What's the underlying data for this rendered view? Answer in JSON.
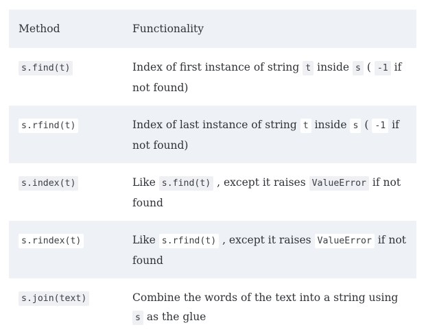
{
  "table": {
    "headers": {
      "method": "Method",
      "functionality": "Functionality"
    },
    "rows": [
      {
        "method": "s.find(t)",
        "desc": [
          {
            "t": "text",
            "v": "Index of first instance of string "
          },
          {
            "t": "code",
            "v": "t"
          },
          {
            "t": "text",
            "v": " inside "
          },
          {
            "t": "code",
            "v": "s"
          },
          {
            "t": "text",
            "v": " ( "
          },
          {
            "t": "code",
            "v": "-1"
          },
          {
            "t": "text",
            "v": " if not found)"
          }
        ]
      },
      {
        "method": "s.rfind(t)",
        "desc": [
          {
            "t": "text",
            "v": "Index of last instance of string "
          },
          {
            "t": "code",
            "v": "t"
          },
          {
            "t": "text",
            "v": " inside "
          },
          {
            "t": "code",
            "v": "s"
          },
          {
            "t": "text",
            "v": " ( "
          },
          {
            "t": "code",
            "v": "-1"
          },
          {
            "t": "text",
            "v": " if not found)"
          }
        ]
      },
      {
        "method": "s.index(t)",
        "desc": [
          {
            "t": "text",
            "v": "Like "
          },
          {
            "t": "code",
            "v": "s.find(t)"
          },
          {
            "t": "text",
            "v": " , except it raises "
          },
          {
            "t": "code",
            "v": "ValueError"
          },
          {
            "t": "text",
            "v": " if not found"
          }
        ]
      },
      {
        "method": "s.rindex(t)",
        "desc": [
          {
            "t": "text",
            "v": "Like "
          },
          {
            "t": "code",
            "v": "s.rfind(t)"
          },
          {
            "t": "text",
            "v": " , except it raises "
          },
          {
            "t": "code",
            "v": "ValueError"
          },
          {
            "t": "text",
            "v": " if not found"
          }
        ]
      },
      {
        "method": "s.join(text)",
        "desc": [
          {
            "t": "text",
            "v": "Combine the words of the text into a string using "
          },
          {
            "t": "code",
            "v": "s"
          },
          {
            "t": "text",
            "v": " as the glue"
          }
        ]
      }
    ]
  }
}
